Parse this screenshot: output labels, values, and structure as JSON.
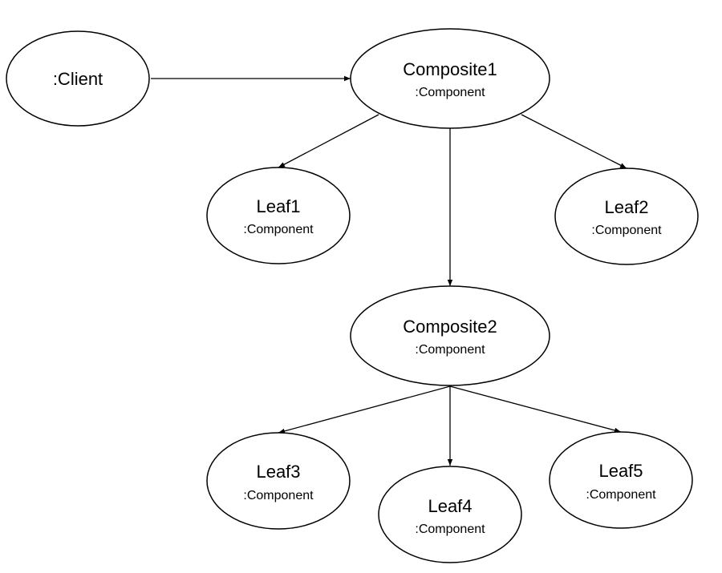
{
  "diagram": {
    "nodes": [
      {
        "id": "client",
        "name": ":Client",
        "type": ""
      },
      {
        "id": "composite1",
        "name": "Composite1",
        "type": ":Component"
      },
      {
        "id": "leaf1",
        "name": "Leaf1",
        "type": ":Component"
      },
      {
        "id": "leaf2",
        "name": "Leaf2",
        "type": ":Component"
      },
      {
        "id": "composite2",
        "name": "Composite2",
        "type": ":Component"
      },
      {
        "id": "leaf3",
        "name": "Leaf3",
        "type": ":Component"
      },
      {
        "id": "leaf4",
        "name": "Leaf4",
        "type": ":Component"
      },
      {
        "id": "leaf5",
        "name": "Leaf5",
        "type": ":Component"
      }
    ],
    "edges": [
      {
        "from": "client",
        "to": "composite1"
      },
      {
        "from": "composite1",
        "to": "leaf1"
      },
      {
        "from": "composite1",
        "to": "leaf2"
      },
      {
        "from": "composite1",
        "to": "composite2"
      },
      {
        "from": "composite2",
        "to": "leaf3"
      },
      {
        "from": "composite2",
        "to": "leaf4"
      },
      {
        "from": "composite2",
        "to": "leaf5"
      }
    ]
  }
}
